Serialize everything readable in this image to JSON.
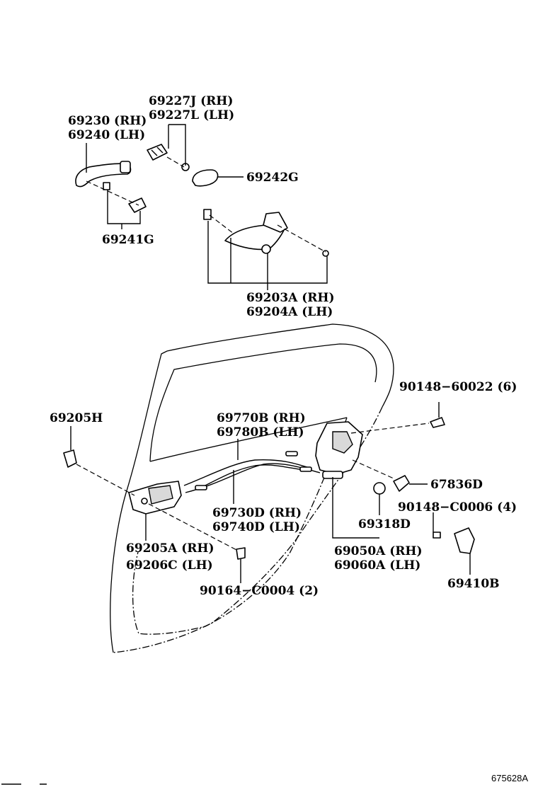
{
  "diagram": {
    "labels": {
      "p69227j": "69227J (RH)",
      "p69227l": "69227L (LH)",
      "p69230": "69230 (RH)",
      "p69240": "69240 (LH)",
      "p69242g": "69242G",
      "p69241g": "69241G",
      "p69203a": "69203A (RH)",
      "p69204a": "69204A (LH)",
      "p90148_60022": "90148−60022 (6)",
      "p69205h": "69205H",
      "p69770b": "69770B (RH)",
      "p69780b": "69780B (LH)",
      "p67836d": "67836D",
      "p90148_c0006": "90148−C0006 (4)",
      "p69730d": "69730D (RH)",
      "p69740d": "69740D (LH)",
      "p69318d": "69318D",
      "p69205a": "69205A (RH)",
      "p69206c": "69206C (LH)",
      "p69050a": "69050A (RH)",
      "p69060a": "69060A (LH)",
      "p69410b": "69410B",
      "p90164_c0004": "90164−C0004 (2)"
    },
    "figure_code": "675628A"
  }
}
